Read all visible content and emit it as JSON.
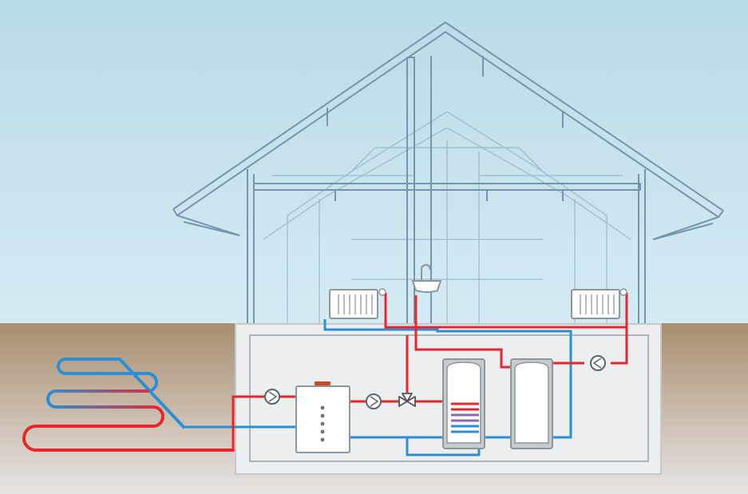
{
  "diagram": {
    "sky_top_color": "#b9dbe8",
    "sky_bottom_color": "#d5ebf3",
    "ground_top_color": "#a98e6f",
    "ground_bottom_color": "#e7e5e4",
    "house_line_color": "#7396ae",
    "basement_fill": "#e8ebee",
    "supply_pipe_color": "#e8262e",
    "return_pipe_color": "#2b8fd6",
    "mixed_pipe_color": "#8a6aa5",
    "boiler_logo_color": "#d2451e",
    "radiator_count": 2,
    "pump_count": 3,
    "storage_tank_count": 2,
    "ground_collector_loops": 3,
    "boiler_indicator_count": 5
  }
}
